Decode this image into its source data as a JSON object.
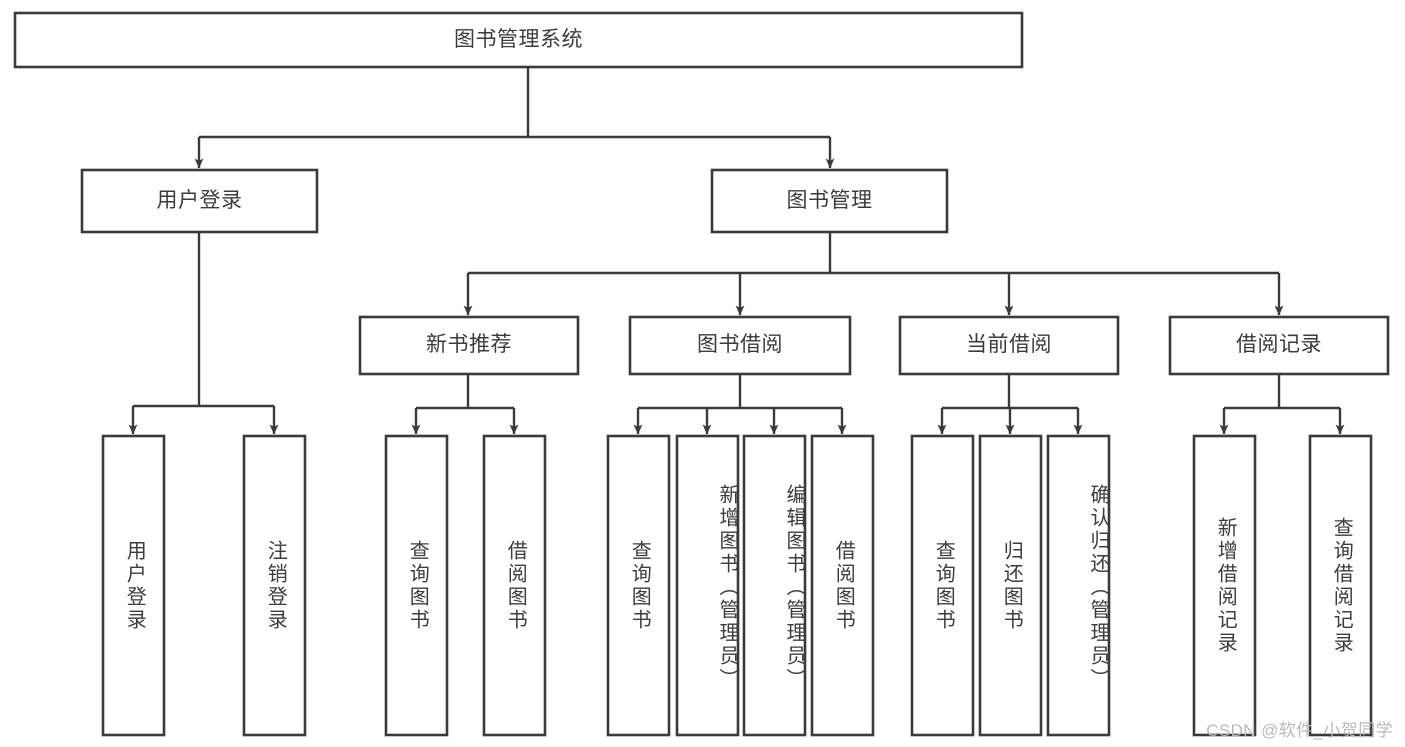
{
  "diagram": {
    "title": "图书管理系统",
    "watermark": "CSDN @软件_小贺同学",
    "colors": {
      "stroke": "#3a3a3a",
      "box_fill": "#ffffff",
      "text": "#3c3c3c",
      "background": "#ffffff",
      "watermark": "#b9b9b9"
    },
    "root": {
      "label": "图书管理系统"
    },
    "level2": [
      {
        "label": "用户登录"
      },
      {
        "label": "图书管理"
      }
    ],
    "level3": [
      {
        "label": "新书推荐"
      },
      {
        "label": "图书借阅"
      },
      {
        "label": "当前借阅"
      },
      {
        "label": "借阅记录"
      }
    ],
    "leaves": {
      "user_login": [
        {
          "label": "用户登录"
        },
        {
          "label": "注销登录"
        }
      ],
      "new_book_recommend": [
        {
          "label": "查询图书"
        },
        {
          "label": "借阅图书"
        }
      ],
      "book_borrow": [
        {
          "label": "查询图书"
        },
        {
          "label": "新增图书（管理员）"
        },
        {
          "label": "编辑图书（管理员）"
        },
        {
          "label": "借阅图书"
        }
      ],
      "current_borrow": [
        {
          "label": "查询图书"
        },
        {
          "label": "归还图书"
        },
        {
          "label": "确认归还（管理员）"
        }
      ],
      "borrow_record": [
        {
          "label": "新增借阅记录"
        },
        {
          "label": "查询借阅记录"
        }
      ]
    }
  }
}
